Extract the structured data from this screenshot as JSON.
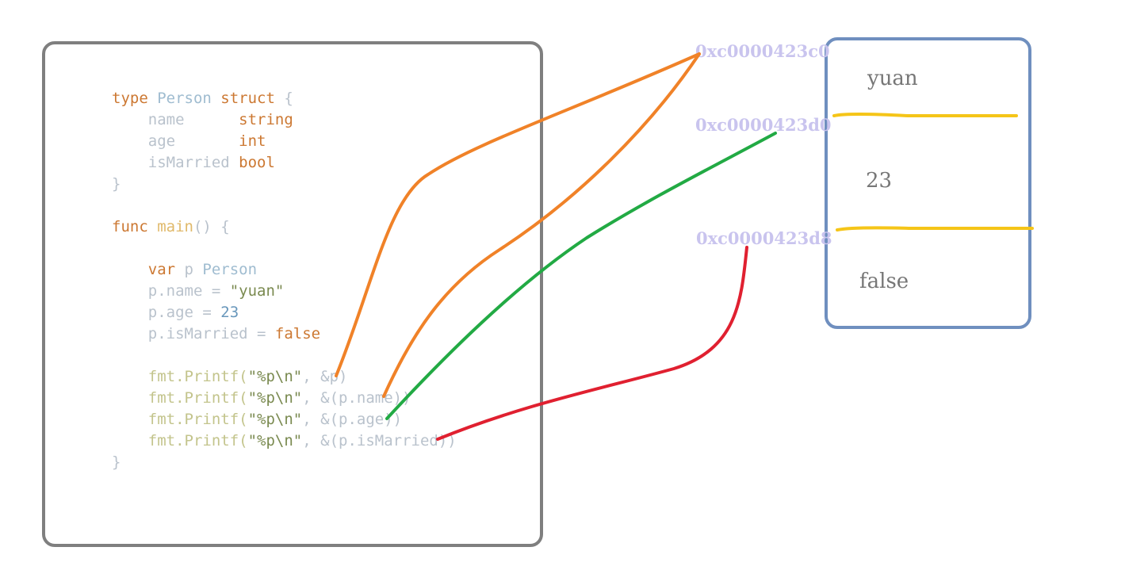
{
  "code": {
    "lines": [
      [
        {
          "t": "type ",
          "c": "kw"
        },
        {
          "t": "Person ",
          "c": "ty"
        },
        {
          "t": "struct ",
          "c": "kw"
        },
        {
          "t": "{",
          "c": "id"
        }
      ],
      [
        {
          "t": "    name      ",
          "c": "id"
        },
        {
          "t": "string",
          "c": "kw"
        }
      ],
      [
        {
          "t": "    age       ",
          "c": "id"
        },
        {
          "t": "int",
          "c": "kw"
        }
      ],
      [
        {
          "t": "    isMarried ",
          "c": "id"
        },
        {
          "t": "bool",
          "c": "kw"
        }
      ],
      [
        {
          "t": "}",
          "c": "id"
        }
      ],
      [],
      [
        {
          "t": "func ",
          "c": "kw"
        },
        {
          "t": "main",
          "c": "fn"
        },
        {
          "t": "() {",
          "c": "id"
        }
      ],
      [],
      [
        {
          "t": "    ",
          "c": "id"
        },
        {
          "t": "var ",
          "c": "kw"
        },
        {
          "t": "p ",
          "c": "id"
        },
        {
          "t": "Person",
          "c": "ty"
        }
      ],
      [
        {
          "t": "    p.name = ",
          "c": "id"
        },
        {
          "t": "\"yuan\"",
          "c": "st"
        }
      ],
      [
        {
          "t": "    p.age = ",
          "c": "id"
        },
        {
          "t": "23",
          "c": "nm"
        }
      ],
      [
        {
          "t": "    p.isMarried = ",
          "c": "id"
        },
        {
          "t": "false",
          "c": "kw"
        }
      ],
      [],
      [
        {
          "t": "    ",
          "c": "id"
        },
        {
          "t": "fmt.Printf(",
          "c": "pk"
        },
        {
          "t": "\"%p\\n\"",
          "c": "st"
        },
        {
          "t": ", &p)",
          "c": "id"
        }
      ],
      [
        {
          "t": "    ",
          "c": "id"
        },
        {
          "t": "fmt.Printf(",
          "c": "pk"
        },
        {
          "t": "\"%p\\n\"",
          "c": "st"
        },
        {
          "t": ", &(p.name))",
          "c": "id"
        }
      ],
      [
        {
          "t": "    ",
          "c": "id"
        },
        {
          "t": "fmt.Printf(",
          "c": "pk"
        },
        {
          "t": "\"%p\\n\"",
          "c": "st"
        },
        {
          "t": ", &(p.age))",
          "c": "id"
        }
      ],
      [
        {
          "t": "    ",
          "c": "id"
        },
        {
          "t": "fmt.Printf(",
          "c": "pk"
        },
        {
          "t": "\"%p\\n\"",
          "c": "st"
        },
        {
          "t": ", &(p.isMarried))",
          "c": "id"
        }
      ],
      [
        {
          "t": "}",
          "c": "id"
        }
      ]
    ]
  },
  "addresses": {
    "p": "0xc0000423c0",
    "age": "0xc0000423d0",
    "is_married": "0xc0000423d8"
  },
  "memory": {
    "name_value": "yuan",
    "age_value": "23",
    "is_married_value": "false"
  },
  "colors": {
    "code_box_border": "#7f7f7f",
    "memory_box_border": "#6f8fbf",
    "divider": "#f5c518",
    "arrow_p": "#f08228",
    "arrow_name": "#f08228",
    "arrow_age": "#22aa44",
    "arrow_is_married": "#e02030",
    "address_text": "#c9c4ee"
  }
}
